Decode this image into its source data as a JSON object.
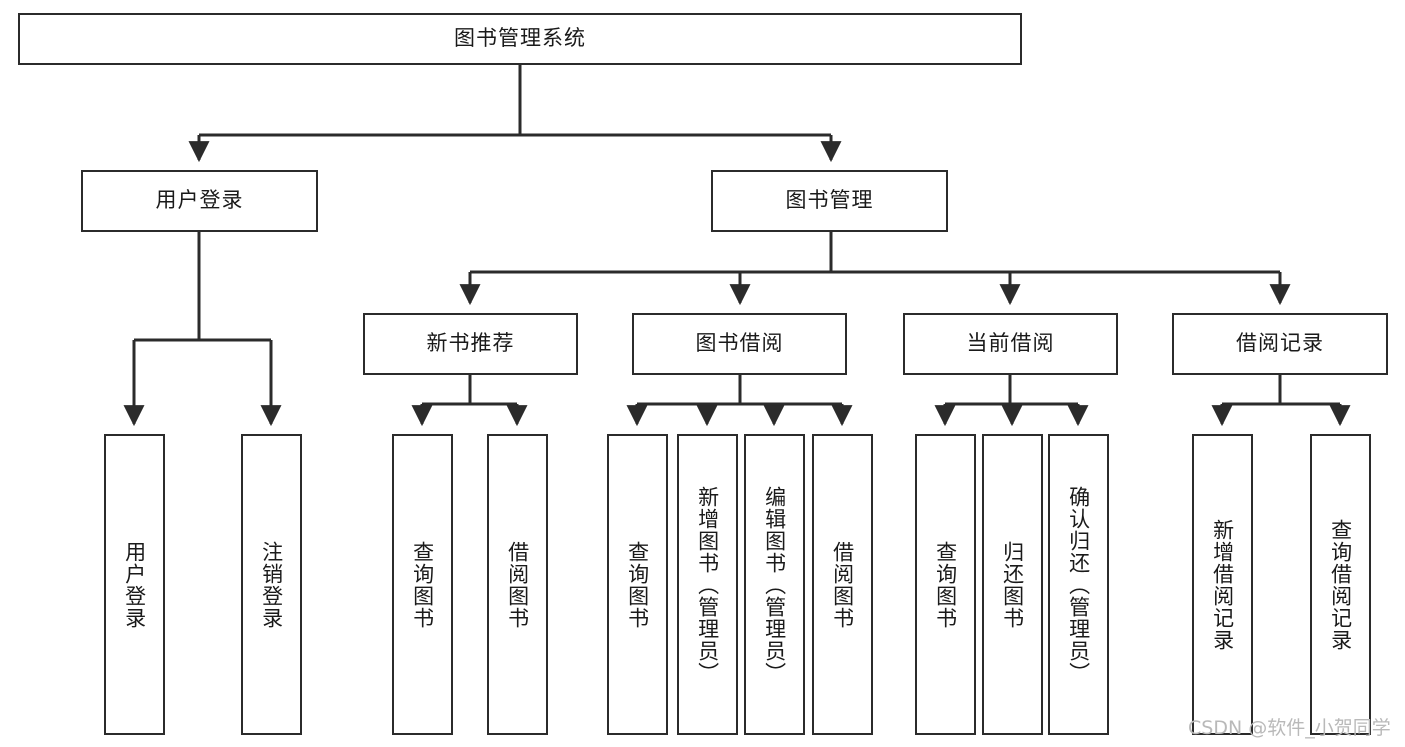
{
  "diagram": {
    "type": "tree",
    "title": "图书管理系统",
    "orientation": "top-down",
    "colors": {
      "box_border": "#2b2b2b",
      "box_fill": "#ffffff",
      "edge": "#2b2b2b",
      "text": "#1a1a1a",
      "watermark": "#b9b9b9",
      "background": "#ffffff"
    }
  },
  "watermark": {
    "text": "CSDN @软件_小贺同学"
  },
  "nodes": {
    "root": {
      "label": "图书管理系统"
    },
    "level2": [
      {
        "id": "user-login",
        "label": "用户登录"
      },
      {
        "id": "book-manage",
        "label": "图书管理"
      }
    ],
    "level3": [
      {
        "id": "new-book-recommend",
        "label": "新书推荐"
      },
      {
        "id": "book-borrow",
        "label": "图书借阅"
      },
      {
        "id": "current-borrow",
        "label": "当前借阅"
      },
      {
        "id": "borrow-record",
        "label": "借阅记录"
      }
    ],
    "leaves": {
      "user-login": [
        {
          "id": "leaf-user-login",
          "label": "用户登录"
        },
        {
          "id": "leaf-user-logout",
          "label": "注销登录"
        }
      ],
      "new-book-recommend": [
        {
          "id": "leaf-query-book-1",
          "label": "查询图书"
        },
        {
          "id": "leaf-borrow-book-1",
          "label": "借阅图书"
        }
      ],
      "book-borrow": [
        {
          "id": "leaf-query-book-2",
          "label": "查询图书"
        },
        {
          "id": "leaf-add-book",
          "label": "新增图书（管理员）"
        },
        {
          "id": "leaf-edit-book",
          "label": "编辑图书（管理员）"
        },
        {
          "id": "leaf-borrow-book-2",
          "label": "借阅图书"
        }
      ],
      "current-borrow": [
        {
          "id": "leaf-query-book-3",
          "label": "查询图书"
        },
        {
          "id": "leaf-return-book",
          "label": "归还图书"
        },
        {
          "id": "leaf-confirm-return",
          "label": "确认归还（管理员）"
        }
      ],
      "borrow-record": [
        {
          "id": "leaf-add-record",
          "label": "新增借阅记录"
        },
        {
          "id": "leaf-query-record",
          "label": "查询借阅记录"
        }
      ]
    }
  }
}
